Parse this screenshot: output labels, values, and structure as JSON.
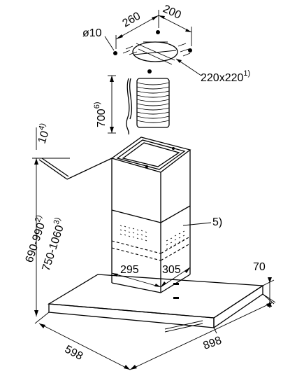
{
  "dimensions": {
    "hole_diameter": "ø10",
    "hole_spacing_a": "260",
    "hole_spacing_b": "200",
    "ceiling_cutout": "220x220",
    "ceiling_cutout_note": "1)",
    "hose_length": "700",
    "hose_length_note": "6)",
    "offset_top": "10",
    "offset_top_note": "4)",
    "height_range_a": "690-990",
    "height_range_a_note": "2)",
    "height_range_b": "750-1060",
    "height_range_b_note": "3)",
    "callout": "5)",
    "chimney_depth": "295",
    "chimney_width": "305",
    "canopy_height": "70",
    "canopy_depth": "598",
    "canopy_width": "898"
  },
  "colors": {
    "line": "#000000",
    "background": "#ffffff"
  }
}
